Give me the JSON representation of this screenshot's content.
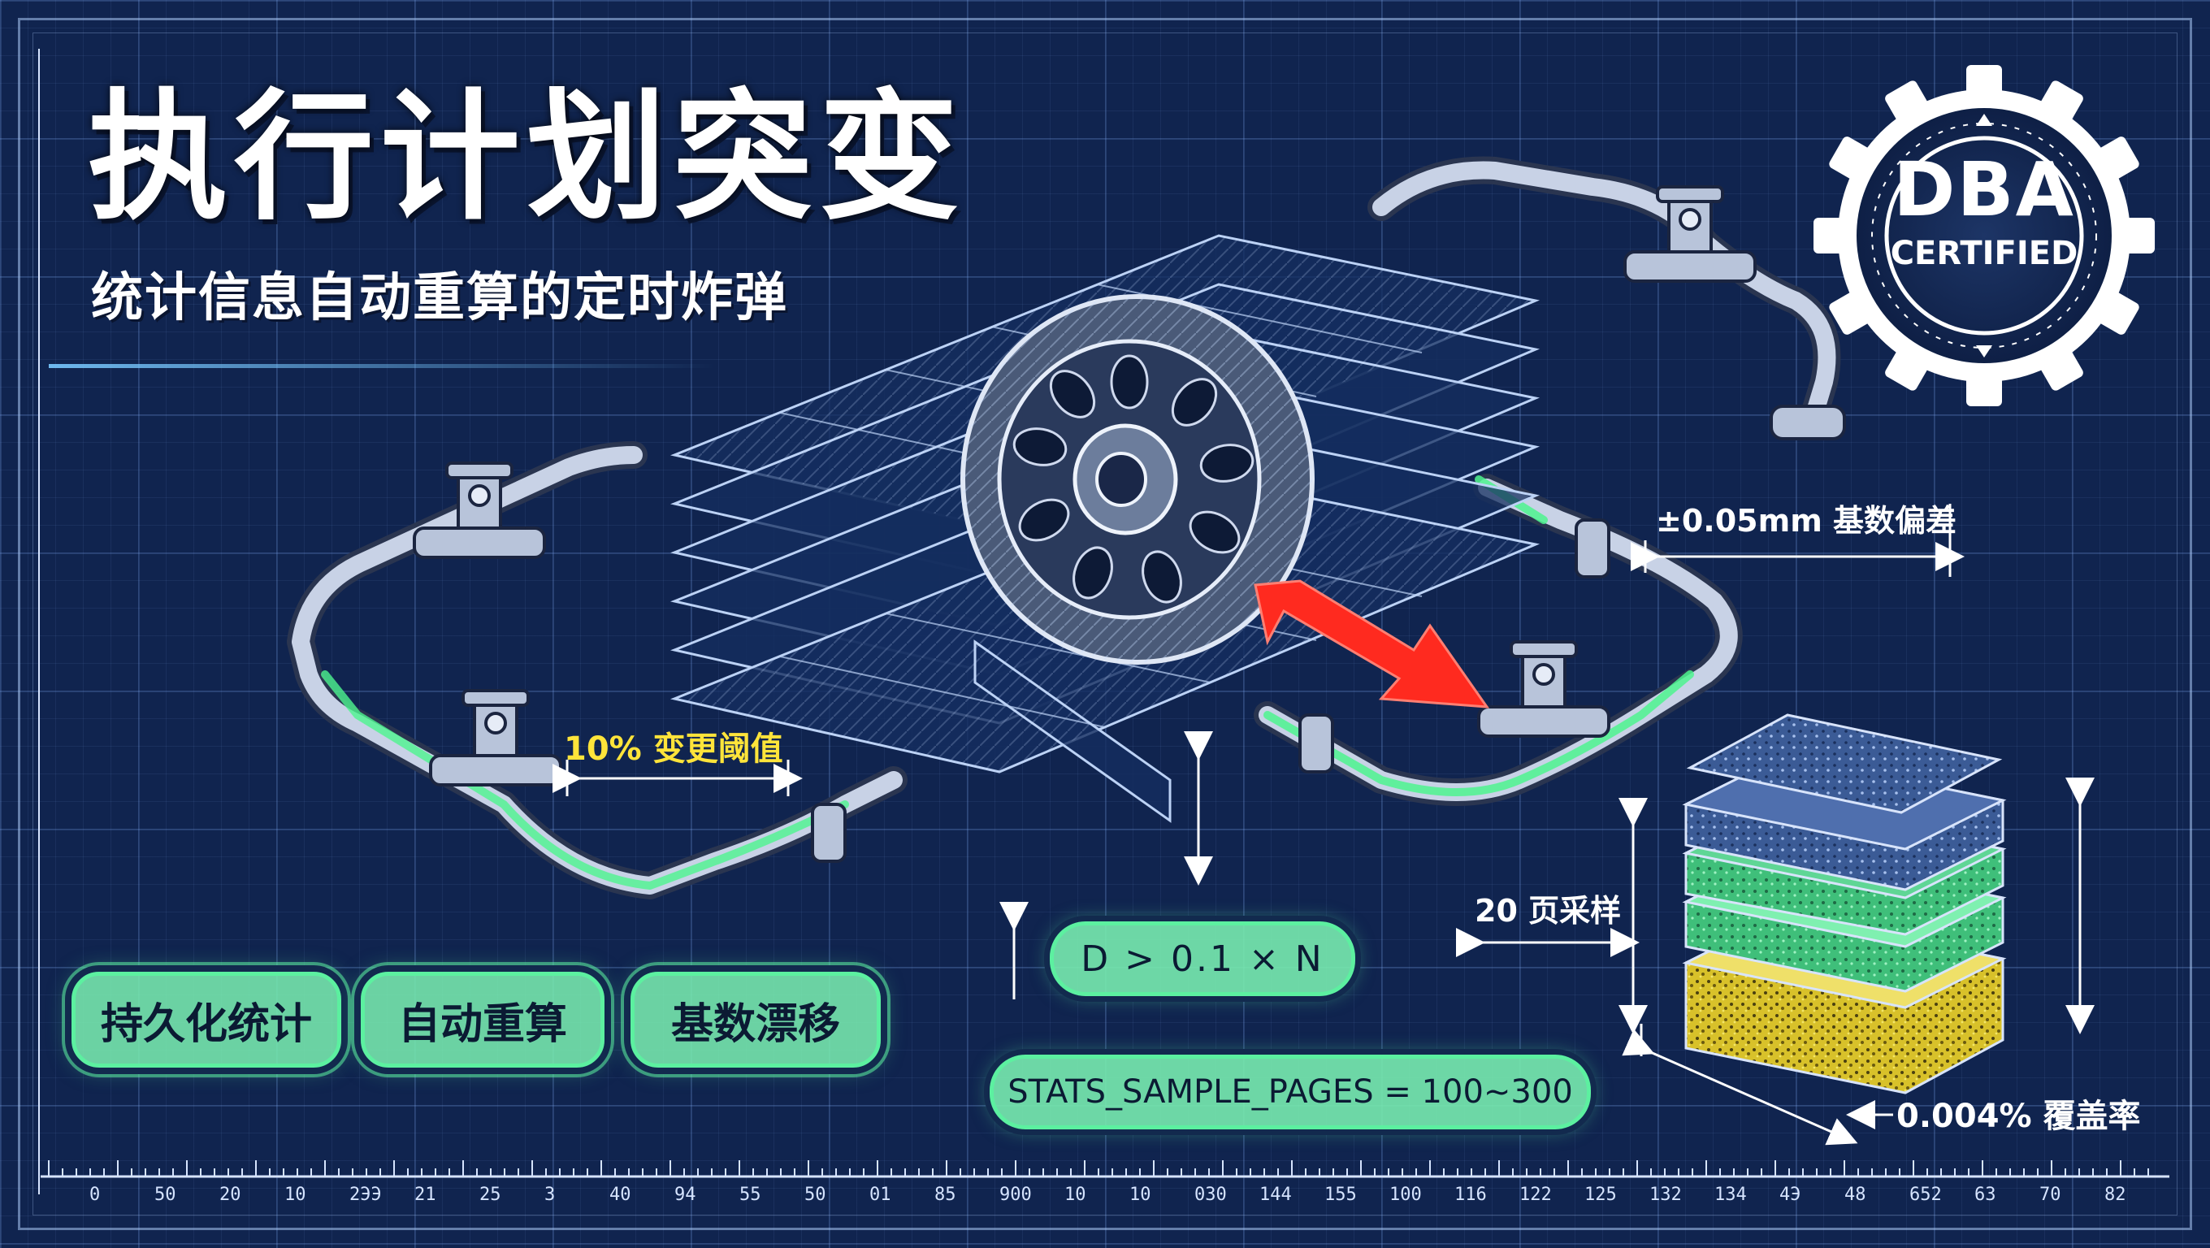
{
  "title": "执行计划突变",
  "subtitle": "统计信息自动重算的定时炸弹",
  "badge": {
    "line1": "DBA",
    "line2": "CERTIFIED"
  },
  "tags": [
    "持久化统计",
    "自动重算",
    "基数漂移"
  ],
  "formula_main": "D > 0.1 × N",
  "formula_pages": "STATS_SAMPLE_PAGES = 100~300",
  "dimensions": {
    "threshold": "10% 变更阈值",
    "deviation": "±0.05mm 基数偏差",
    "sample": "20 页采样",
    "coverage": "0.004% 覆盖率"
  },
  "ruler_labels": [
    "0",
    "50",
    "20",
    "10",
    "2ЭЭ",
    "21",
    "25",
    "3",
    "40",
    "94",
    "55",
    "50",
    "01",
    "85",
    "900",
    "10",
    "10",
    "030",
    "144",
    "155",
    "100",
    "116",
    "122",
    "125",
    "132",
    "134",
    "4Э",
    "48",
    "652",
    "63",
    "70",
    "82"
  ],
  "colors": {
    "background": "#10244f",
    "accent_green": "#5cf0a0",
    "threshold_yellow": "#ffe43a",
    "arrow_red": "#ff2a1f",
    "text_white": "#ffffff"
  }
}
